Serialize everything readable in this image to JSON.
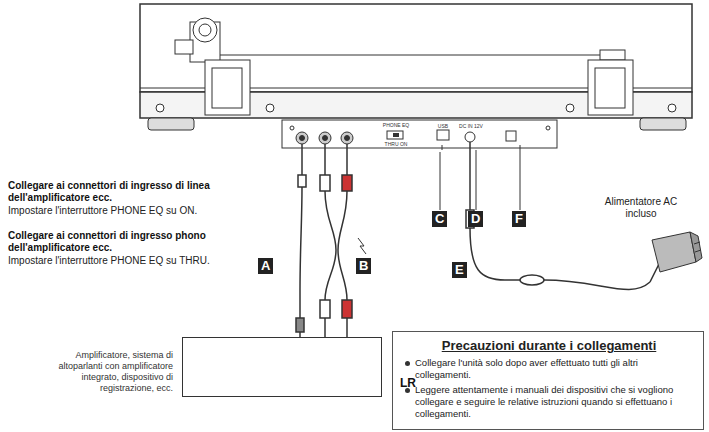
{
  "diagram": {
    "nodes": [
      {
        "text": [
          "C"
        ]
      },
      {
        "text": [
          "D"
        ]
      },
      {
        "text": [
          "F"
        ]
      },
      {
        "text": [
          "A"
        ]
      },
      {
        "text": [
          "B"
        ]
      },
      {
        "text": [
          "E"
        ]
      },
      {
        "text": [
          "Amplificatore, sistema di altoparlanti con amplificatore integrato, dispositivo di registrazione, ecc."
        ]
      },
      {
        "text": [
          "Precauzioni durante i collegamenti",
          "Collegare l'unità solo dopo aver effettuato tutti gli altri collegamenti.",
          "Leggere attentamente i manuali dei dispositivi che si vogliono collegare e seguire le relative istruzioni quando si effettuano i collegamenti."
        ]
      }
    ],
    "labels": [
      "Collegare ai connettori di ingresso di linea dell'amplificatore ecc.",
      "Impostare l'interruttore PHONE EQ su ON.",
      "Collegare ai connettori di ingresso phono dell'amplificatore ecc.",
      "Impostare l'interruttore PHONE EQ su THRU.",
      "Alimentatore AC incluso",
      "LR",
      "PHONE EQ",
      "THRU ON",
      "USB",
      "DC IN 12V"
    ]
  }
}
